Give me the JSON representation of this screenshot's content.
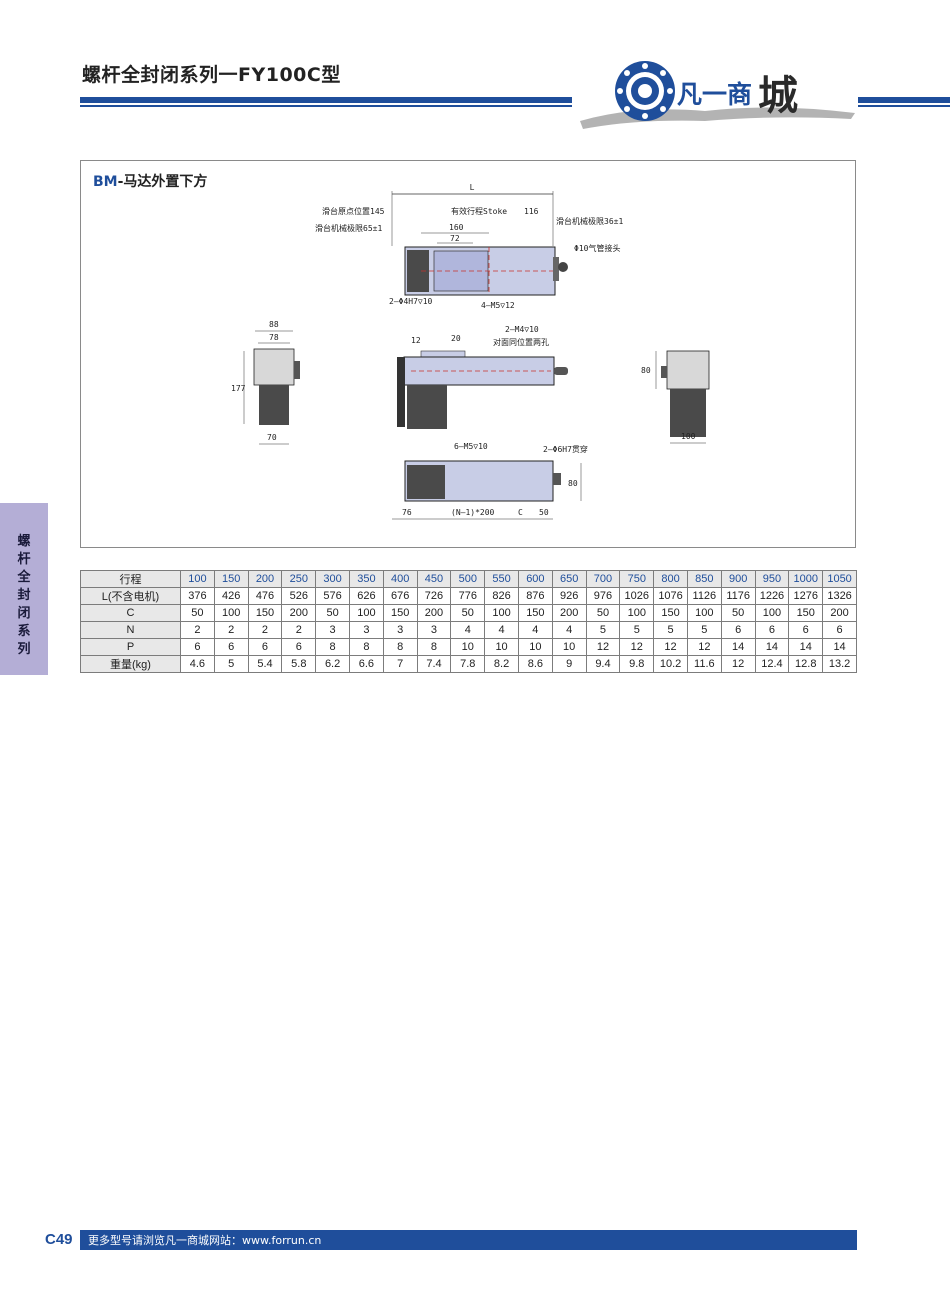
{
  "header": {
    "title": "螺杆全封闭系列一FY100C型",
    "logo_text": "凡一商",
    "logo_big": "城",
    "accent_color": "#1f4e9b"
  },
  "panel": {
    "title_prefix": "BM",
    "title_suffix": "-马达外置下方"
  },
  "drawing": {
    "dim_L": "L",
    "label_origin": "滑台原点位置145",
    "label_limit_left": "滑台机械极限65±1",
    "label_stroke": "有效行程Stoke",
    "dim_116": "116",
    "label_limit_right": "滑台机械极限36±1",
    "dim_160": "160",
    "dim_72": "72",
    "label_air": "Φ10气管接头",
    "label_hole_left": "2—Φ4H7▽10",
    "label_hole_right": "4—M5▽12",
    "dim_88": "88",
    "dim_78": "78",
    "dim_177": "177",
    "dim_70": "70",
    "dim_12": "12",
    "dim_20": "20",
    "label_m4": "2—M4▽10",
    "label_m4_note": "对面同位置两孔",
    "dim_80_right": "80",
    "dim_100": "100",
    "label_m5_bottom": "6—M5▽10",
    "label_6h7": "2—Φ6H7贯穿",
    "dim_80_bottom": "80",
    "dim_76": "76",
    "dim_n200": "(N—1)*200",
    "dim_c": "C",
    "dim_50": "50"
  },
  "side_tab": {
    "label": "螺杆全封闭系列",
    "color": "#b4aed6"
  },
  "table": {
    "row_labels": [
      "行程",
      "L(不含电机)",
      "C",
      "N",
      "P",
      "重量(kg)"
    ],
    "stroke": [
      "100",
      "150",
      "200",
      "250",
      "300",
      "350",
      "400",
      "450",
      "500",
      "550",
      "600",
      "650",
      "700",
      "750",
      "800",
      "850",
      "900",
      "950",
      "1000",
      "1050"
    ],
    "L": [
      "376",
      "426",
      "476",
      "526",
      "576",
      "626",
      "676",
      "726",
      "776",
      "826",
      "876",
      "926",
      "976",
      "1026",
      "1076",
      "1126",
      "1176",
      "1226",
      "1276",
      "1326"
    ],
    "C": [
      "50",
      "100",
      "150",
      "200",
      "50",
      "100",
      "150",
      "200",
      "50",
      "100",
      "150",
      "200",
      "50",
      "100",
      "150",
      "100",
      "50",
      "100",
      "150",
      "200"
    ],
    "N": [
      "2",
      "2",
      "2",
      "2",
      "3",
      "3",
      "3",
      "3",
      "4",
      "4",
      "4",
      "4",
      "5",
      "5",
      "5",
      "5",
      "6",
      "6",
      "6",
      "6"
    ],
    "P": [
      "6",
      "6",
      "6",
      "6",
      "8",
      "8",
      "8",
      "8",
      "10",
      "10",
      "10",
      "10",
      "12",
      "12",
      "12",
      "12",
      "14",
      "14",
      "14",
      "14"
    ],
    "weight": [
      "4.6",
      "5",
      "5.4",
      "5.8",
      "6.2",
      "6.6",
      "7",
      "7.4",
      "7.8",
      "8.2",
      "8.6",
      "9",
      "9.4",
      "9.8",
      "10.2",
      "11.6",
      "12",
      "12.4",
      "12.8",
      "13.2"
    ]
  },
  "footer": {
    "page_number": "C49",
    "text": "更多型号请浏览凡一商城网站：www.forrun.cn"
  }
}
